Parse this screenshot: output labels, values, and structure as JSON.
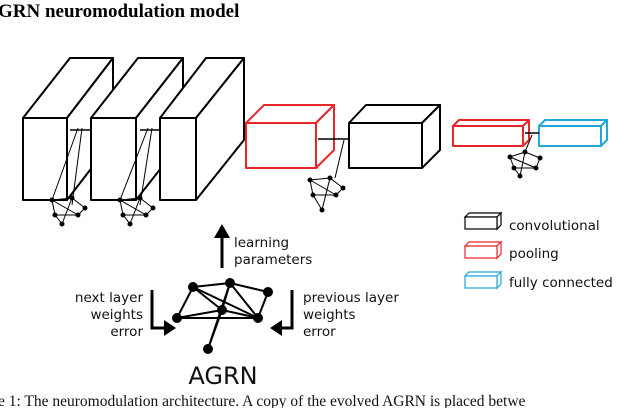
{
  "title": "GRN neuromodulation model",
  "caption": "e 1: The neuromodulation architecture. A copy of the evolved AGRN is placed betwe",
  "agrn_label": "AGRN",
  "arrows": {
    "up": [
      "learning",
      "parameters"
    ],
    "left": [
      "next layer",
      "weights",
      "error"
    ],
    "right": [
      "previous layer",
      "weights",
      "error"
    ]
  },
  "legend": [
    {
      "label": "convolutional",
      "color": "#000000"
    },
    {
      "label": "pooling",
      "color": "#e8262a"
    },
    {
      "label": "fully connected",
      "color": "#1fa8d6"
    }
  ],
  "colors": {
    "convolutional": "#000000",
    "pooling": "#e8262a",
    "fully_connected": "#1fa8d6"
  }
}
